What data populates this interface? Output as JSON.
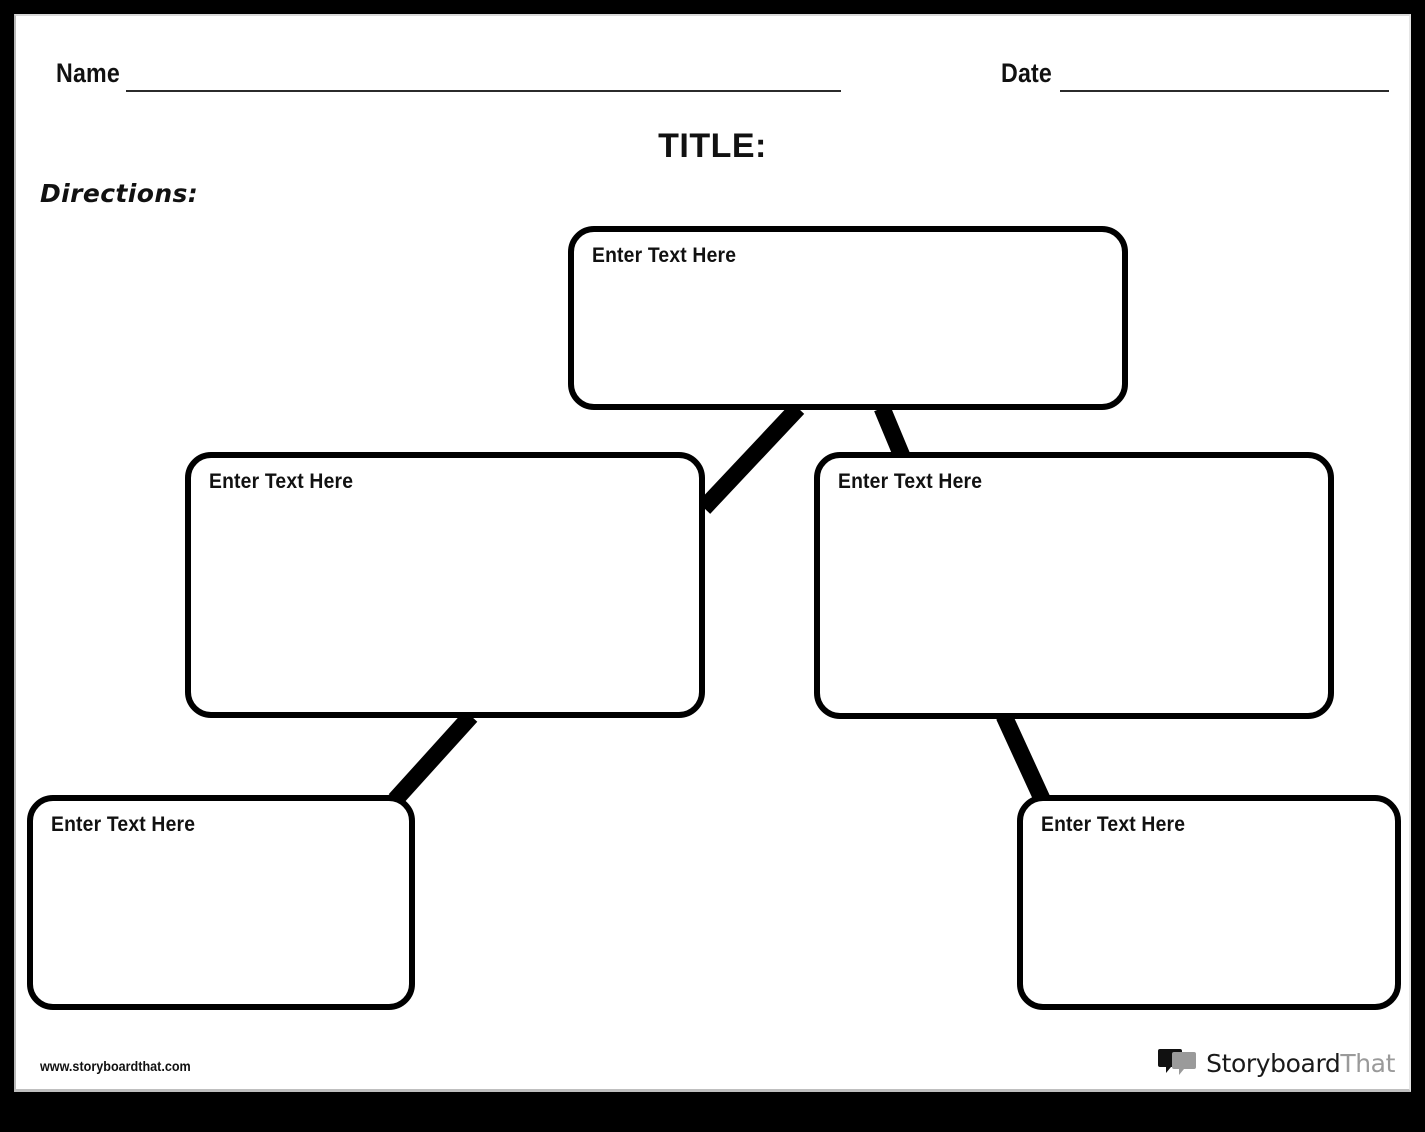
{
  "header": {
    "name_label": "Name",
    "date_label": "Date"
  },
  "title": "TITLE:",
  "directions_label": "Directions:",
  "flow_chart": {
    "boxes": [
      {
        "id": "top",
        "label": "Enter Text Here"
      },
      {
        "id": "middle-left",
        "label": "Enter Text Here"
      },
      {
        "id": "middle-right",
        "label": "Enter Text Here"
      },
      {
        "id": "bottom-left",
        "label": "Enter Text Here"
      },
      {
        "id": "bottom-right",
        "label": "Enter Text Here"
      }
    ]
  },
  "footer": {
    "url": "www.storyboardthat.com",
    "brand_primary": "Storyboard",
    "brand_secondary": "That"
  },
  "colors": {
    "frame": "#000000",
    "page": "#ffffff",
    "ink": "#000000",
    "brand_gray": "#9a9a9a"
  }
}
